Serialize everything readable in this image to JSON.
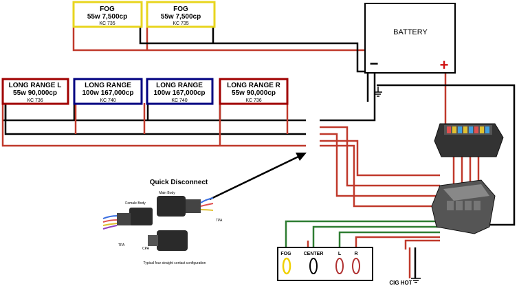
{
  "lamps": {
    "fog_left": {
      "name": "FOG",
      "spec": "55w 7,500cp",
      "model": "KC 735"
    },
    "fog_right": {
      "name": "FOG",
      "spec": "55w 7,500cp",
      "model": "KC 735"
    },
    "lr_l": {
      "name": "LONG RANGE L",
      "spec": "55w 90,000cp",
      "model": "KC 736"
    },
    "lr_1": {
      "name": "LONG RANGE",
      "spec": "100w 167,000cp",
      "model": "KC 740"
    },
    "lr_2": {
      "name": "LONG RANGE",
      "spec": "100w 167,000cp",
      "model": "KC 740"
    },
    "lr_r": {
      "name": "LONG RANGE R",
      "spec": "55w 90,000cp",
      "model": "KC 736"
    }
  },
  "battery": {
    "label": "BATTERY",
    "negative": "−",
    "positive": "+"
  },
  "quick_disconnect": {
    "title": "Quick Disconnect",
    "main_body": "Main Body",
    "female_body": "Female Body",
    "tpa_right": "TPA",
    "tpa_left": "TPA",
    "cpa": "CPA",
    "caption": "Typical four straight contact configuration"
  },
  "switch_panel": {
    "labels": [
      "FOG",
      "CENTER",
      "L",
      "R"
    ]
  },
  "cig_hot": "CIG HOT",
  "colors": {
    "wire_red": "#c0392b",
    "wire_black": "#000000",
    "wire_green": "#2e7d32",
    "fog_border": "#e8d51e",
    "long_range_border": "#000080",
    "end_lamp_border": "#a00000",
    "switch_fog": "#f0d000",
    "switch_red": "#b03030"
  }
}
